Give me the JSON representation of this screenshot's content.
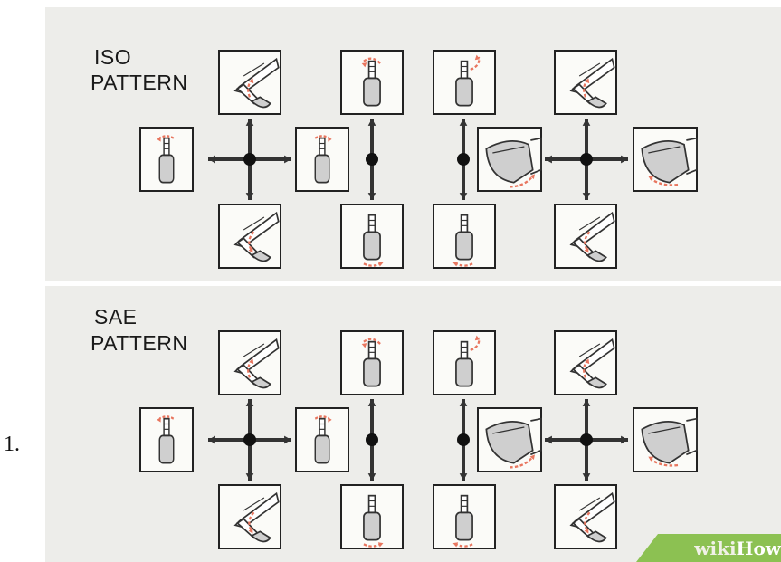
{
  "list_marker": "1.",
  "panels": [
    {
      "title_line1": "ISO",
      "title_line2": "PATTERN"
    },
    {
      "title_line1": "SAE",
      "title_line2": "PATTERN"
    }
  ],
  "watermark": {
    "part1": "wiki",
    "part2": "How"
  },
  "colors": {
    "panel_bg": "#ededea",
    "arrow": "#333333",
    "motion_arrow": "#e8765f",
    "part_fill": "#cfcfcf",
    "watermark_bg": "#8cc152"
  }
}
